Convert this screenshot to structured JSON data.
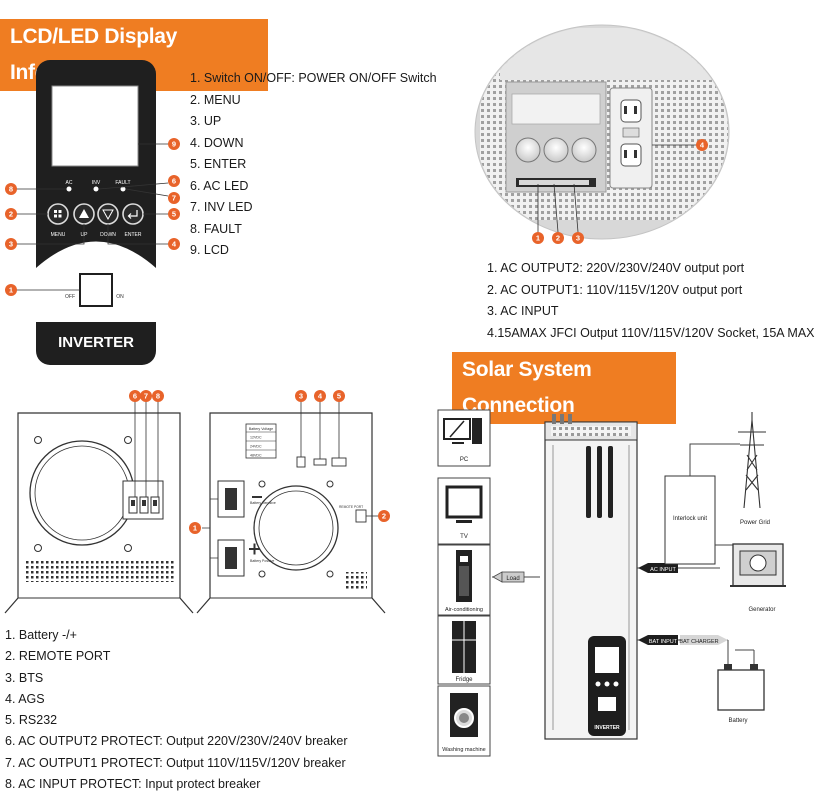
{
  "lcd": {
    "title": "LCD/LED Display Information",
    "labels": {
      "ac": "AC",
      "inv": "INV",
      "fault": "FAULT",
      "menu": "MENU",
      "up": "UP",
      "down": "DOWN",
      "enter": "ENTER",
      "off": "OFF",
      "on": "ON",
      "brand": "INVERTER"
    },
    "items": [
      "1. Switch ON/OFF:  POWER ON/OFF Switch",
      "2. MENU",
      "3. UP",
      "4. DOWN",
      "5. ENTER",
      "6. AC LED",
      "7. INV LED",
      "8. FAULT",
      "9. LCD"
    ]
  },
  "ports": {
    "items": [
      "1. AC OUTPUT2: 220V/230V/240V output port",
      "2. AC OUTPUT1: 110V/115V/120V output port",
      "3. AC INPUT",
      "4.15AMAX JFCI Output 110V/115V/120V Socket, 15A MAX"
    ]
  },
  "solar": {
    "title": "Solar System Connection",
    "labels": {
      "pc": "PC",
      "tv": "TV",
      "ac": "Air-conditioning",
      "fridge": "Fridge",
      "washer": "Washing machine",
      "load": "Load",
      "interlock": "Interlock unit",
      "grid": "Power Grid",
      "generator": "Generator",
      "ac_input": "AC INPUT",
      "bat_input": "BAT INPUT",
      "bat_charger": "BAT CHARGER",
      "battery": "Battery",
      "brand": "INVERTER"
    }
  },
  "panels": {
    "labels": {
      "battery_negative": "Battery Negative",
      "battery_positive": "Battery Positive",
      "remote": "REMOTE PORT",
      "bv_header": "Battery Voltage",
      "bv1": "12VDC",
      "bv2": "24VDC",
      "bv3": "48VDC"
    }
  },
  "bottom": {
    "items": [
      "1. Battery -/+",
      "2. REMOTE PORT",
      "3. BTS",
      "4. AGS",
      "5. RS232",
      "6. AC OUTPUT2 PROTECT: Output 220V/230V/240V breaker",
      "7. AC OUTPUT1 PROTECT: Output 110V/115V/120V breaker",
      "8. AC INPUT PROTECT: Input protect breaker"
    ]
  },
  "colors": {
    "accent": "#ef7d22",
    "callout": "#e8632a",
    "dark": "#1e1e1e"
  }
}
